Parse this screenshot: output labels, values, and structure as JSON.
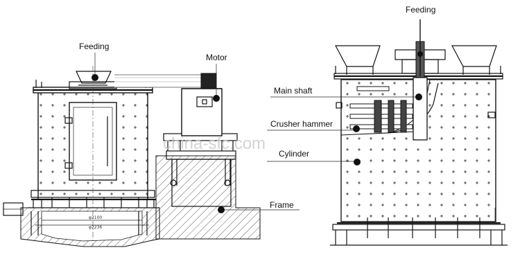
{
  "labels": {
    "left_feeding": "Feeding",
    "motor": "Motor",
    "frame": "Frame",
    "right_feeding": "Feeding",
    "main_shaft": "Main shaft",
    "crusher_hammer": "Crusher hammer",
    "cylinder": "Cylinder"
  },
  "dimensions": {
    "d1": "φ2100",
    "d2": "φ2236"
  },
  "watermark": "china-sfc.com"
}
